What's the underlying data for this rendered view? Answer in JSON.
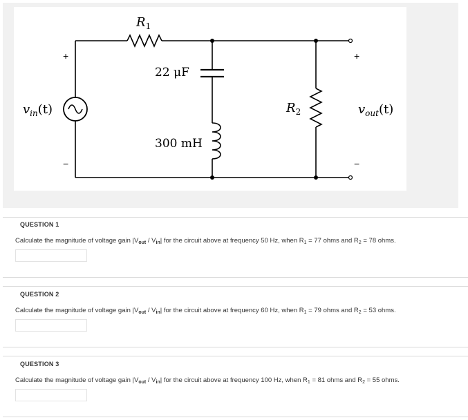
{
  "circuit": {
    "r1_label": "R",
    "r1_sub": "1",
    "capacitor_label": "22 μF",
    "inductor_label": "300 mH",
    "r2_label": "R",
    "r2_sub": "2",
    "vin_label": "v",
    "vin_sub": "in",
    "vin_arg": "(t)",
    "vout_label": "v",
    "vout_sub": "out",
    "vout_arg": "(t)",
    "plus": "+",
    "minus": "−"
  },
  "questions": [
    {
      "title": "QUESTION 1",
      "prefix": "Calculate the magnitude of voltage gain  |V",
      "out_sub": "out",
      "slash": " / V",
      "in_sub": "in",
      "suffix": "|  for the circuit above at frequency 50 Hz, when R",
      "r1_sub": "1",
      "r1_value": " = 77 ohms and R",
      "r2_sub": "2",
      "r2_value": " = 78 ohms."
    },
    {
      "title": "QUESTION 2",
      "prefix": "Calculate the magnitude of voltage gain  |V",
      "out_sub": "out",
      "slash": " / V",
      "in_sub": "in",
      "suffix": "|  for the circuit above at frequency 60 Hz, when R",
      "r1_sub": "1",
      "r1_value": " = 79 ohms and R",
      "r2_sub": "2",
      "r2_value": " = 53 ohms."
    },
    {
      "title": "QUESTION 3",
      "prefix": "Calculate the magnitude of voltage gain  |V",
      "out_sub": "out",
      "slash": " / V",
      "in_sub": "in",
      "suffix": "|  for the circuit above at frequency 100 Hz, when R",
      "r1_sub": "1",
      "r1_value": " = 81 ohms and R",
      "r2_sub": "2",
      "r2_value": " = 55 ohms."
    }
  ]
}
